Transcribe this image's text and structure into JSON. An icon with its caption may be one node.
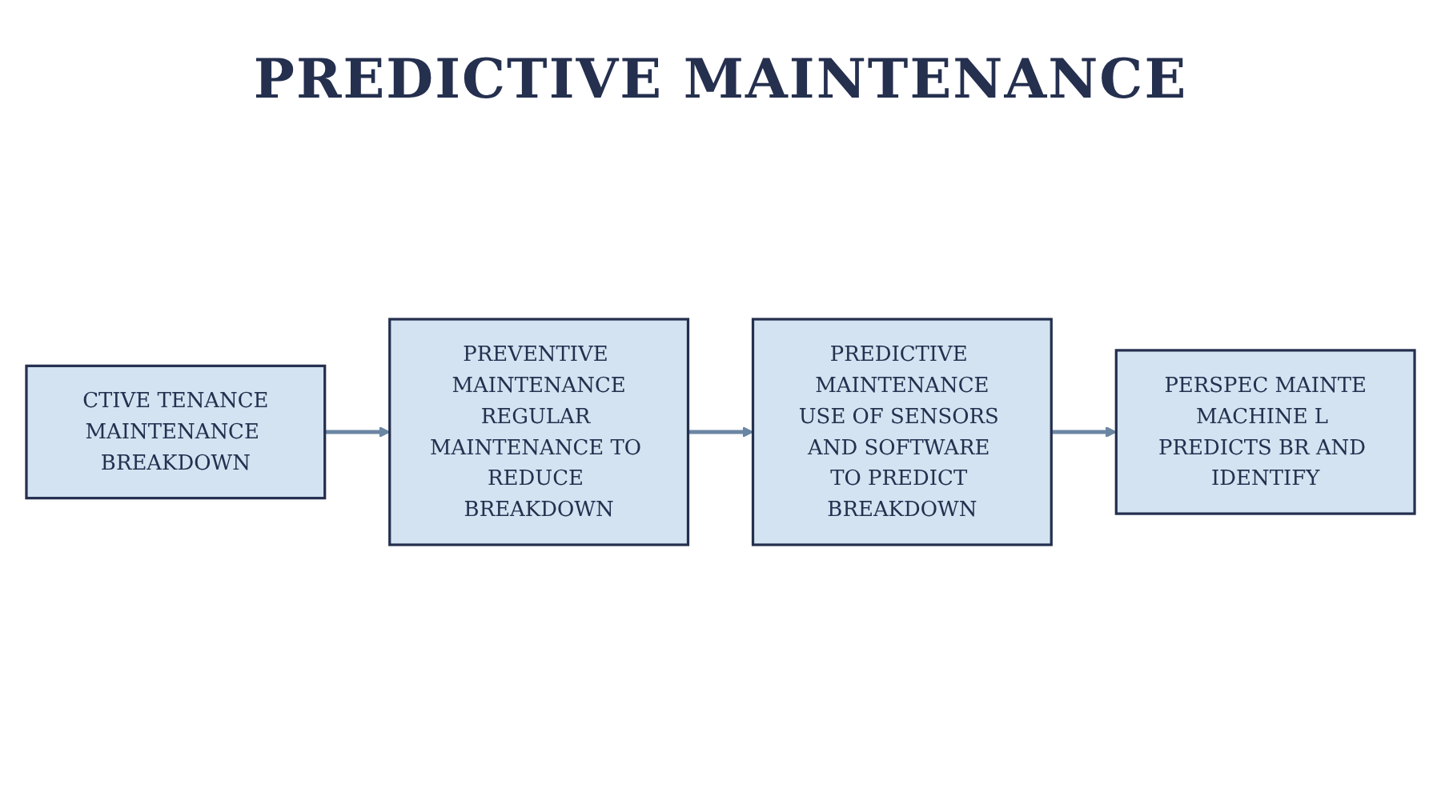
{
  "diagram": {
    "title": "PREDICTIVE MAINTENANCE",
    "nodes": [
      {
        "text": [
          "CTIVE TENANCE",
          "MAINTENANCE BREAKDOWN"
        ]
      },
      {
        "text": [
          "PREVENTIVE MAINTENANCE",
          "REGULAR MAINTENANCE TO REDUCE BREAKDOWN"
        ]
      },
      {
        "text": [
          "PREDICTIVE MAINTENANCE",
          "USE OF SENSORS AND SOFTWARE TO PREDICT BREAKDOWN"
        ]
      },
      {
        "text": [
          "PERSPEC MAINTE",
          "MACHINE L PREDICTS BR AND IDENTIFY"
        ]
      }
    ],
    "edges": [
      {
        "from": 0,
        "to": 1,
        "arrow": "to"
      },
      {
        "from": 1,
        "to": 2,
        "arrow": "to"
      },
      {
        "from": 2,
        "to": 3,
        "arrow": "to"
      }
    ]
  }
}
